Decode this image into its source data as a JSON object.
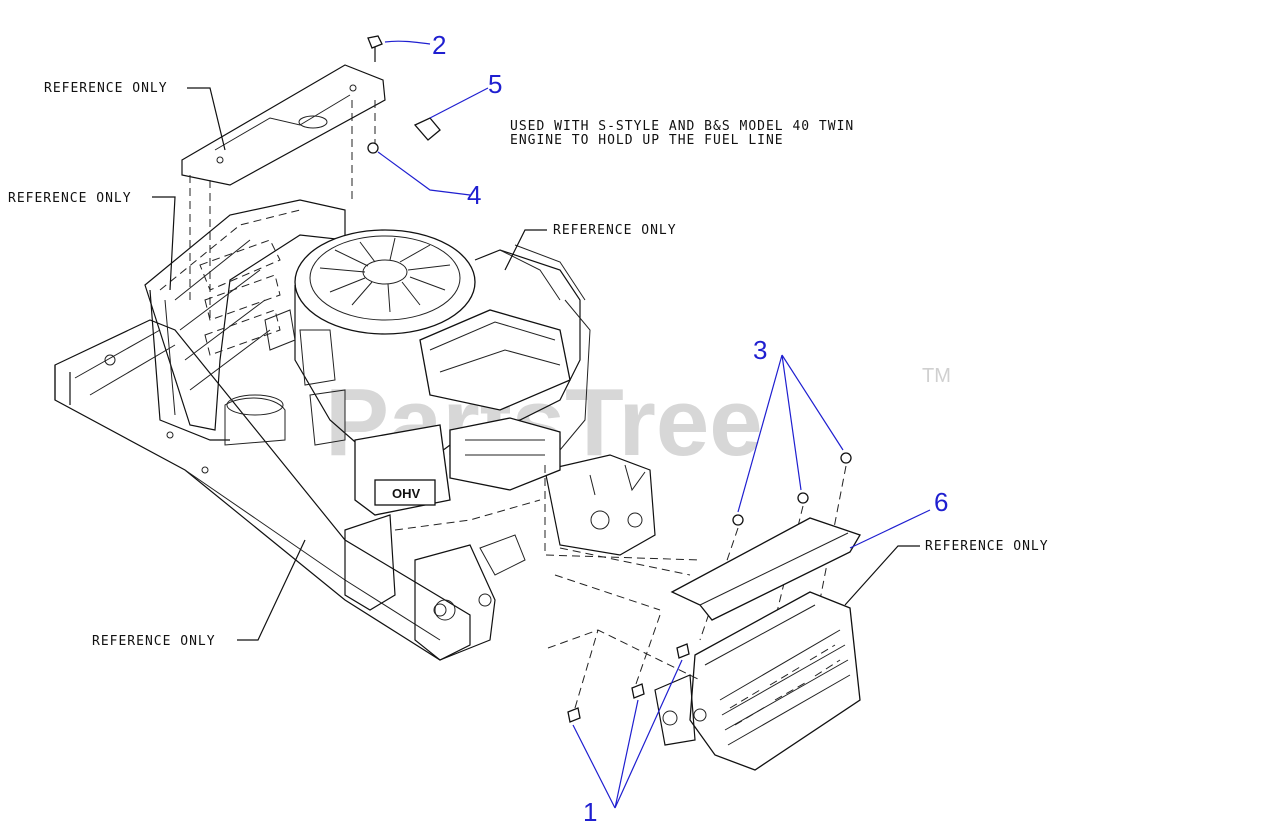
{
  "diagram": {
    "note_line1": "USED WITH S-STYLE AND B&S MODEL 40 TWIN",
    "note_line2": "ENGINE TO HOLD UP THE FUEL LINE",
    "reference_label": "REFERENCE ONLY",
    "engine_badge": "OHV",
    "watermark": "PartsTree",
    "trademark": "TM",
    "callouts": {
      "c1": "1",
      "c2": "2",
      "c3": "3",
      "c4": "4",
      "c5": "5",
      "c6": "6"
    }
  },
  "colors": {
    "callout": "#1f1fd0",
    "line": "#111111",
    "watermark": "#d7d7d7"
  }
}
